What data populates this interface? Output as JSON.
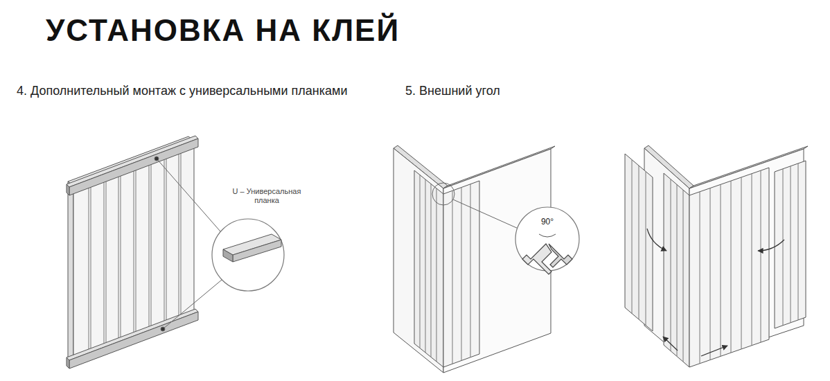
{
  "diagram": {
    "title": "УСТАНОВКА НА КЛЕЙ",
    "labels": [
      "4. Дополнительный монтаж с универсальными планками",
      "5. Внешний угол",
      "U – Универсальная планка",
      "90°"
    ]
  }
}
